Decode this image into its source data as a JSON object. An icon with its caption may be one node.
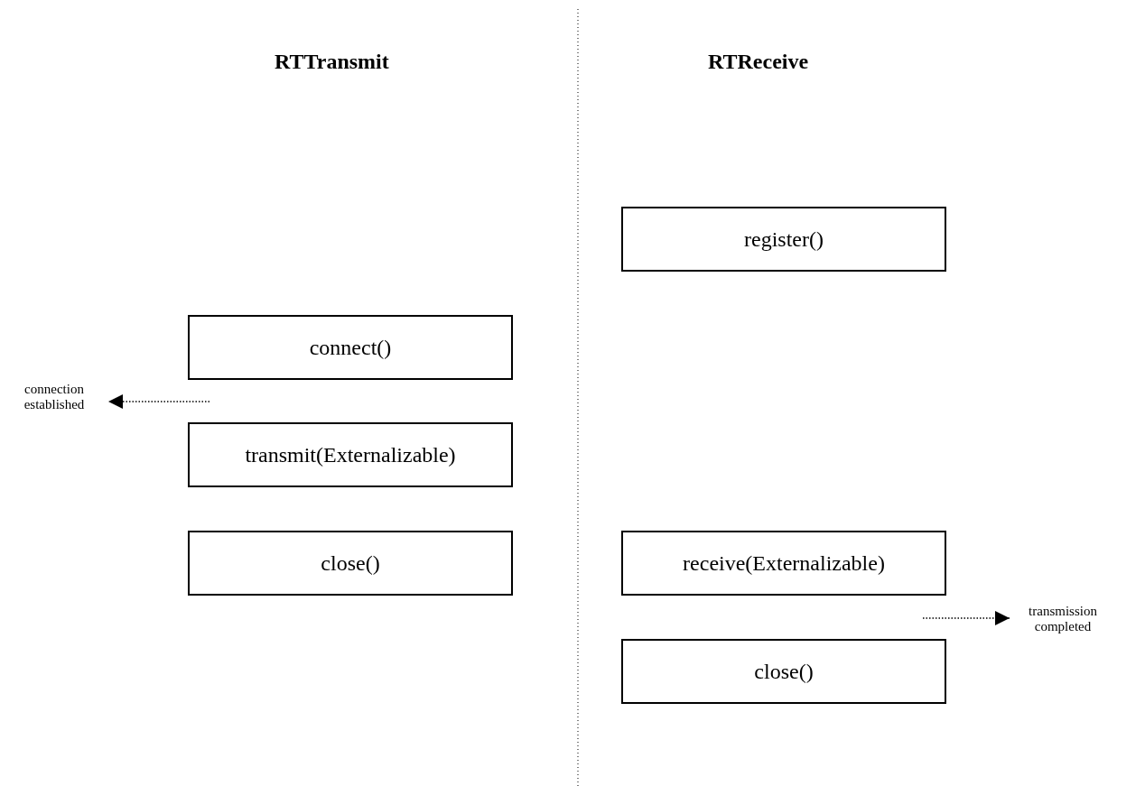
{
  "diagram": {
    "nodes": [
      {
        "text": [
          "register()"
        ]
      },
      {
        "text": [
          "connect()"
        ]
      },
      {
        "text": [
          "connection established"
        ]
      },
      {
        "text": [
          "transmit(Externalizable)"
        ]
      },
      {
        "text": [
          "close()"
        ]
      },
      {
        "text": [
          "receive(Externalizable)"
        ]
      },
      {
        "text": [
          "transmission completed"
        ]
      },
      {
        "text": [
          "close()"
        ]
      }
    ],
    "edges": [
      {
        "from": null,
        "to": 2,
        "arrow": "to",
        "style": "dashed"
      },
      {
        "from": null,
        "to": 6,
        "arrow": "to",
        "style": "dashed"
      }
    ],
    "labels": [
      "RTTransmit",
      "RTReceive"
    ]
  }
}
